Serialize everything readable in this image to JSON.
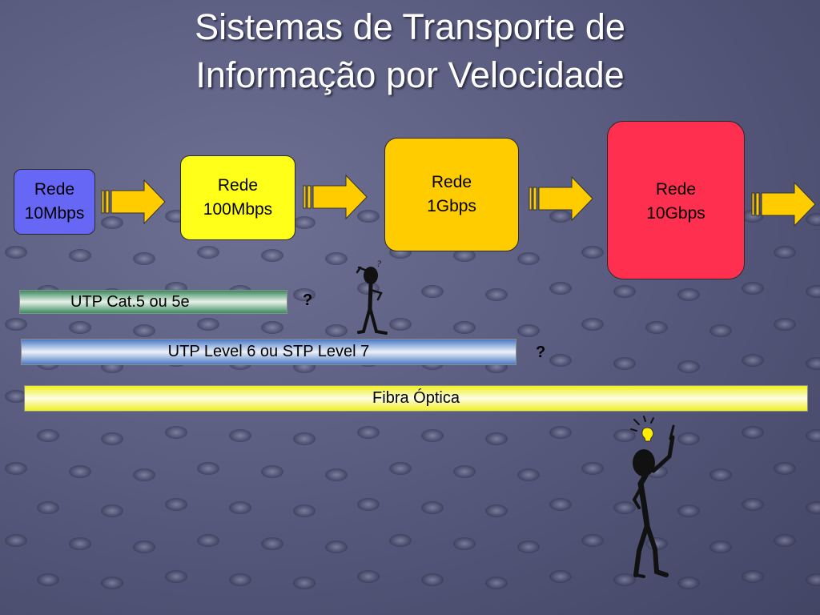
{
  "title": {
    "line1": "Sistemas de Transporte de",
    "line2": "Informação por Velocidade"
  },
  "networks": [
    {
      "line1": "Rede",
      "line2": "10Mbps",
      "color": "#6767f5"
    },
    {
      "line1": "Rede",
      "line2": "100Mbps",
      "color": "#ffff1a"
    },
    {
      "line1": "Rede",
      "line2": "1Gbps",
      "color": "#ffcc00"
    },
    {
      "line1": "Rede",
      "line2": "10Gbps",
      "color": "#ff2f4f"
    }
  ],
  "media": [
    {
      "label": "UTP Cat.5 ou 5e",
      "question": "?",
      "color": "#3a8a5e"
    },
    {
      "label": "UTP Level 6 ou STP Level 7",
      "question": "?",
      "color": "#4a79c6"
    },
    {
      "label": "Fibra Óptica",
      "color": "#f0f01e"
    }
  ],
  "icons": {
    "arrow": "arrow-right-icon",
    "confused_person": "confused-person-icon",
    "idea_person": "idea-person-icon"
  },
  "colors": {
    "arrow_fill": "#ffcc00"
  }
}
